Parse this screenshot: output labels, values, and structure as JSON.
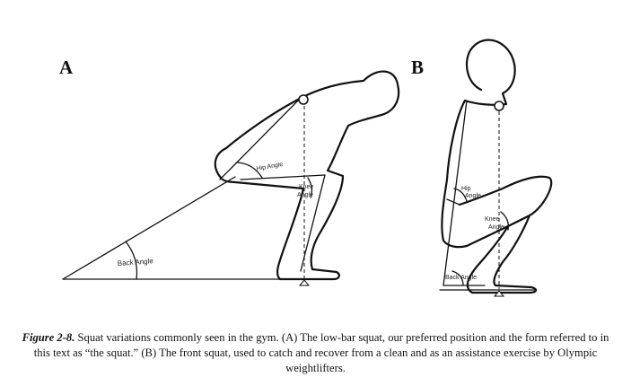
{
  "panels": [
    {
      "letter": "A",
      "labels": {
        "hip": "Hip Angle",
        "knee_1": "Knee",
        "knee_2": "Angle",
        "back": "Back Angle"
      }
    },
    {
      "letter": "B",
      "labels": {
        "hip_1": "Hip",
        "hip_2": "Angle",
        "knee_1": "Knee",
        "knee_2": "Angle",
        "back": "Back Angle"
      }
    }
  ],
  "caption": {
    "figure_label": "Figure 2-8.",
    "text": " Squat variations commonly seen in the gym. (A) The low-bar squat, our preferred position and the form referred to in this text as “the squat.” (B) The front squat, used to catch and recover from a clean and as an assistance exercise by Olympic weightlifters."
  }
}
